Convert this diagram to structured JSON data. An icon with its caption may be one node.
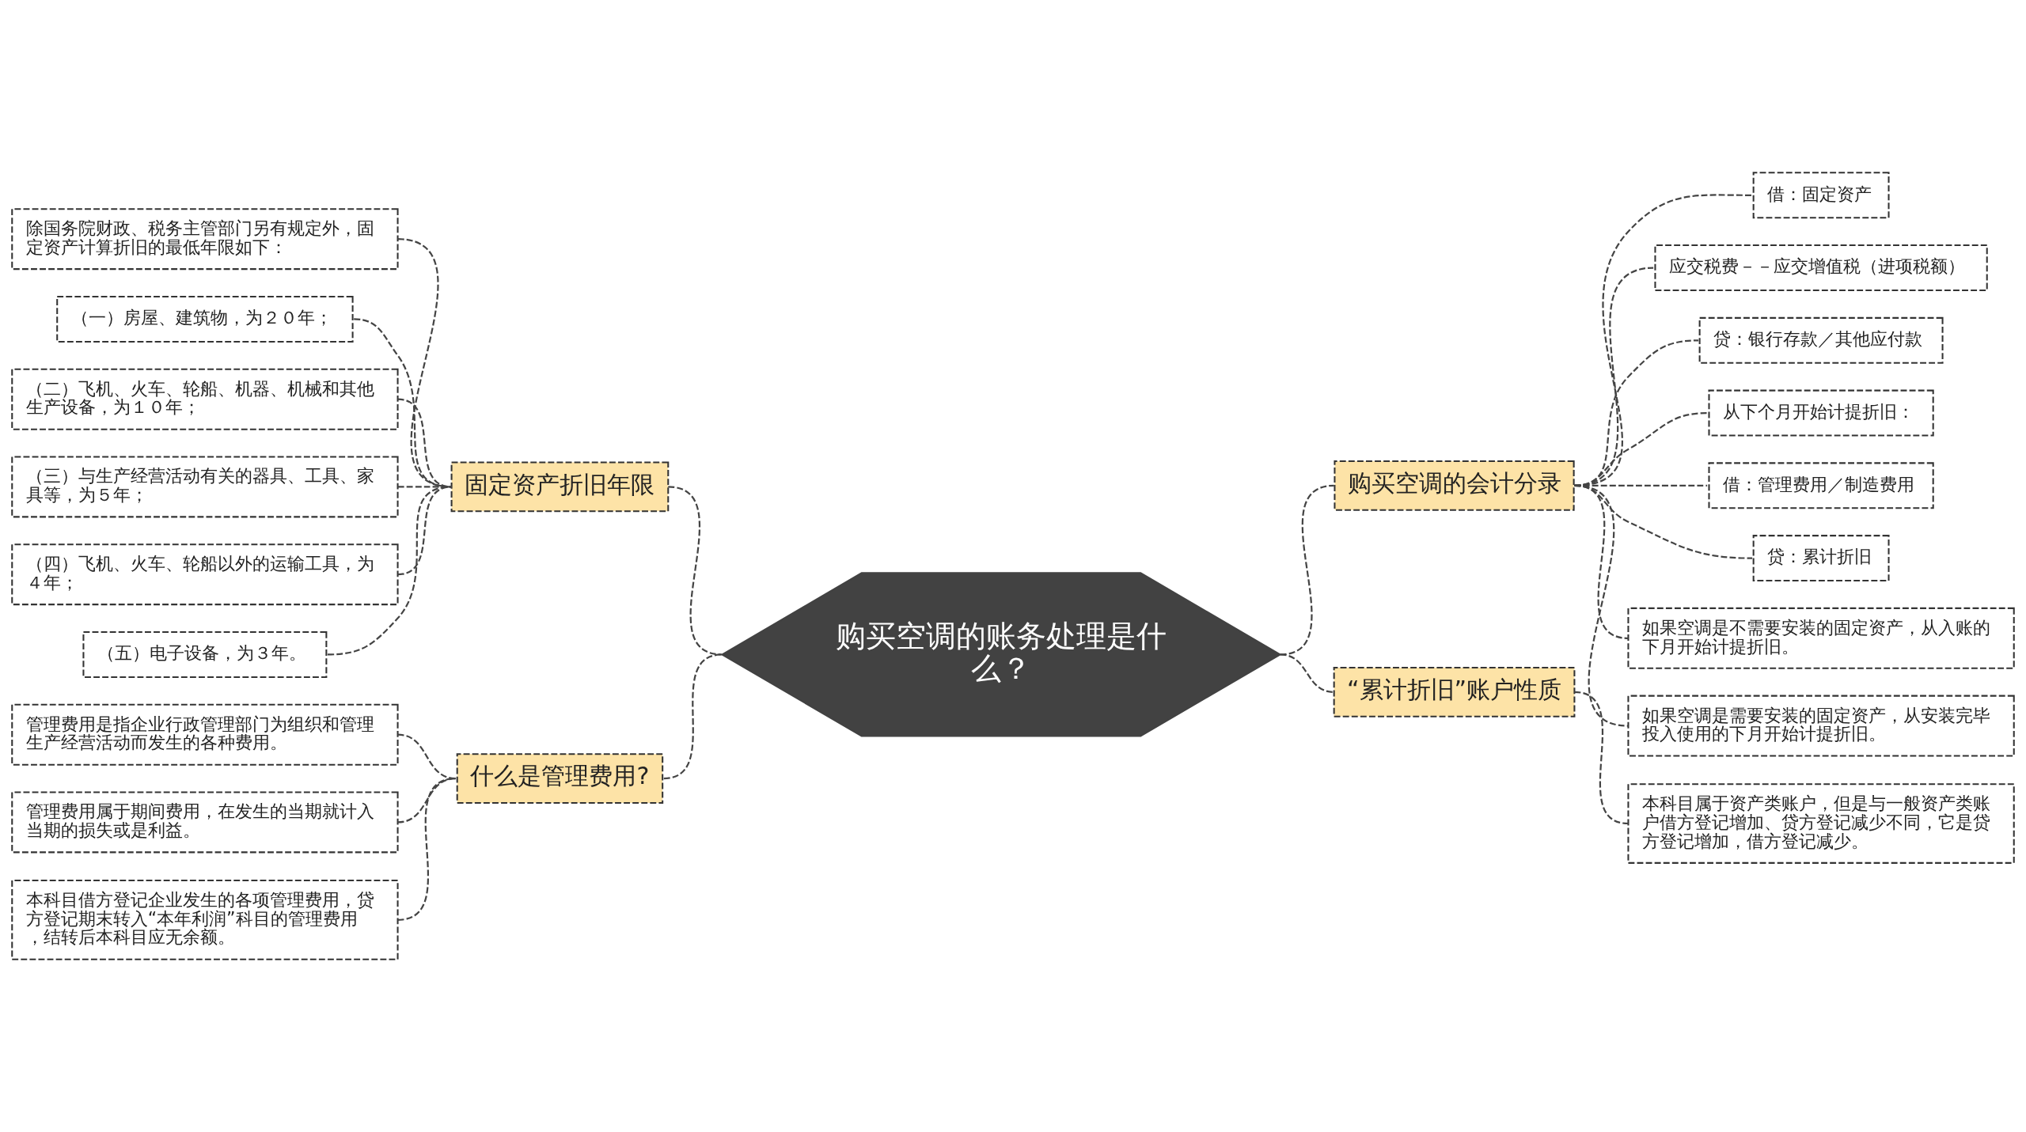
{
  "diagram": {
    "nodes": [
      {
        "text": [
          "购买空调的账务处理是什么？"
        ]
      },
      {
        "text": [
          "固定资产折旧年限"
        ]
      },
      {
        "text": [
          "除国务院财政、税务主管部门另有规定外，固定资产计算折旧的最低年限如下："
        ]
      },
      {
        "text": [
          "（一）房屋、建筑物，为２０年；"
        ]
      },
      {
        "text": [
          "（二）飞机、火车、轮船、机器、机械和其他生产设备，为１０年；"
        ]
      },
      {
        "text": [
          "（三）与生产经营活动有关的器具、工具、家具等，为５年；"
        ]
      },
      {
        "text": [
          "（四）飞机、火车、轮船以外的运输工具，为４年；"
        ]
      },
      {
        "text": [
          "（五）电子设备，为３年。"
        ]
      },
      {
        "text": [
          "什么是管理费用?"
        ]
      },
      {
        "text": [
          "管理费用是指企业行政管理部门为组织和管理生产经营活动而发生的各种费用。"
        ]
      },
      {
        "text": [
          "管理费用属于期间费用，在发生的当期就计入当期的损失或是利益。"
        ]
      },
      {
        "text": [
          "本科目借方登记企业发生的各项管理费用，贷方登记期末转入“本年利润”科目的管理费用，结转后本科目应无余额。"
        ]
      },
      {
        "text": [
          "购买空调的会计分录"
        ]
      },
      {
        "text": [
          "借：固定资产"
        ]
      },
      {
        "text": [
          "应交税费－－应交增值税（进项税额）"
        ]
      },
      {
        "text": [
          "贷：银行存款／其他应付款"
        ]
      },
      {
        "text": [
          "从下个月开始计提折旧："
        ]
      },
      {
        "text": [
          "借：管理费用／制造费用"
        ]
      },
      {
        "text": [
          "贷：累计折旧"
        ]
      },
      {
        "text": [
          "如果空调是不需要安装的固定资产，从入账的下月开始计提折旧。"
        ]
      },
      {
        "text": [
          "如果空调是需要安装的固定资产，从安装完毕投入使用的下月开始计提折旧。"
        ]
      },
      {
        "text": [
          "“累计折旧”账户性质"
        ]
      },
      {
        "text": [
          "本科目属于资产类账户，但是与一般资产类账户借方登记增加、贷方登记减少不同，它是贷方登记增加，借方登记减少。"
        ]
      }
    ],
    "edges": [
      {
        "from": 1,
        "to": 0,
        "arrow": "none",
        "style": "dashed"
      },
      {
        "from": 2,
        "to": 1,
        "arrow": "none",
        "style": "dashed"
      },
      {
        "from": 3,
        "to": 1,
        "arrow": "none",
        "style": "dashed"
      },
      {
        "from": 4,
        "to": 1,
        "arrow": "none",
        "style": "dashed"
      },
      {
        "from": 5,
        "to": 1,
        "arrow": "none",
        "style": "dashed"
      },
      {
        "from": 6,
        "to": 1,
        "arrow": "none",
        "style": "dashed"
      },
      {
        "from": 7,
        "to": 1,
        "arrow": "none",
        "style": "dashed"
      },
      {
        "from": 8,
        "to": 0,
        "arrow": "none",
        "style": "dashed"
      },
      {
        "from": 9,
        "to": 8,
        "arrow": "none",
        "style": "dashed"
      },
      {
        "from": 10,
        "to": 8,
        "arrow": "none",
        "style": "dashed"
      },
      {
        "from": 11,
        "to": 8,
        "arrow": "none",
        "style": "dashed"
      },
      {
        "from": 0,
        "to": 12,
        "arrow": "none",
        "style": "dashed"
      },
      {
        "from": 12,
        "to": 13,
        "arrow": "none",
        "style": "dashed"
      },
      {
        "from": 12,
        "to": 14,
        "arrow": "none",
        "style": "dashed"
      },
      {
        "from": 12,
        "to": 15,
        "arrow": "none",
        "style": "dashed"
      },
      {
        "from": 12,
        "to": 16,
        "arrow": "none",
        "style": "dashed"
      },
      {
        "from": 12,
        "to": 17,
        "arrow": "none",
        "style": "dashed"
      },
      {
        "from": 12,
        "to": 18,
        "arrow": "none",
        "style": "dashed"
      },
      {
        "from": 12,
        "to": 19,
        "arrow": "none",
        "style": "dashed"
      },
      {
        "from": 12,
        "to": 20,
        "arrow": "none",
        "style": "dashed"
      },
      {
        "from": 0,
        "to": 21,
        "arrow": "none",
        "style": "dashed"
      },
      {
        "from": 21,
        "to": 22,
        "arrow": "none",
        "style": "dashed"
      }
    ]
  }
}
